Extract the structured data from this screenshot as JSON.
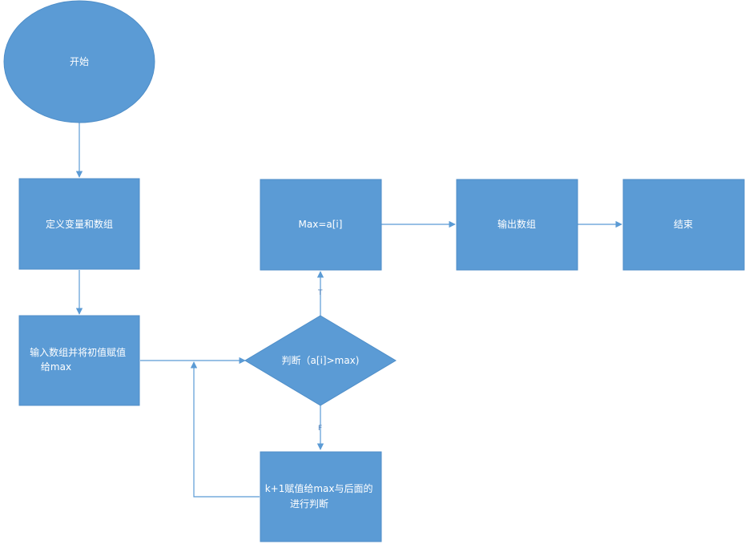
{
  "flowchart": {
    "nodes": {
      "start": {
        "lines": [
          "开始"
        ]
      },
      "define": {
        "lines": [
          "定义变量和数组"
        ]
      },
      "input": {
        "lines": [
          "输入数组并将初值赋值",
          "给max"
        ]
      },
      "judge": {
        "lines": [
          "判断（a[i]>max)"
        ]
      },
      "assign": {
        "lines": [
          "Max=a[i]"
        ]
      },
      "output": {
        "lines": [
          "输出数组"
        ]
      },
      "end": {
        "lines": [
          "结束"
        ]
      },
      "next": {
        "lines": [
          "k+1赋值给max与后面的",
          "进行判断"
        ]
      }
    },
    "edges": {
      "true_label": "T",
      "false_label": "F"
    }
  }
}
